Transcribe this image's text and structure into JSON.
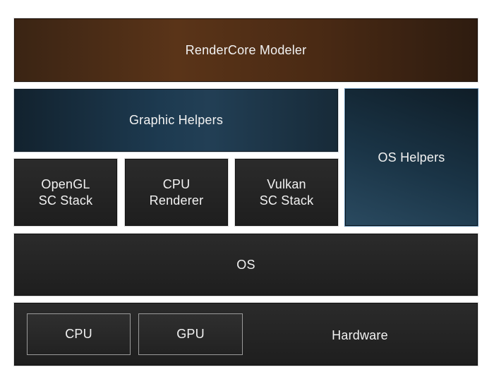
{
  "diagram": {
    "modeler": "RenderCore Modeler",
    "graphic_helpers": "Graphic Helpers",
    "os_helpers": "OS Helpers",
    "opengl_stack": "OpenGL\nSC Stack",
    "cpu_renderer": "CPU\nRenderer",
    "vulkan_stack": "Vulkan\nSC Stack",
    "os": "OS",
    "hardware": {
      "label": "Hardware",
      "cpu": "CPU",
      "gpu": "GPU"
    }
  }
}
